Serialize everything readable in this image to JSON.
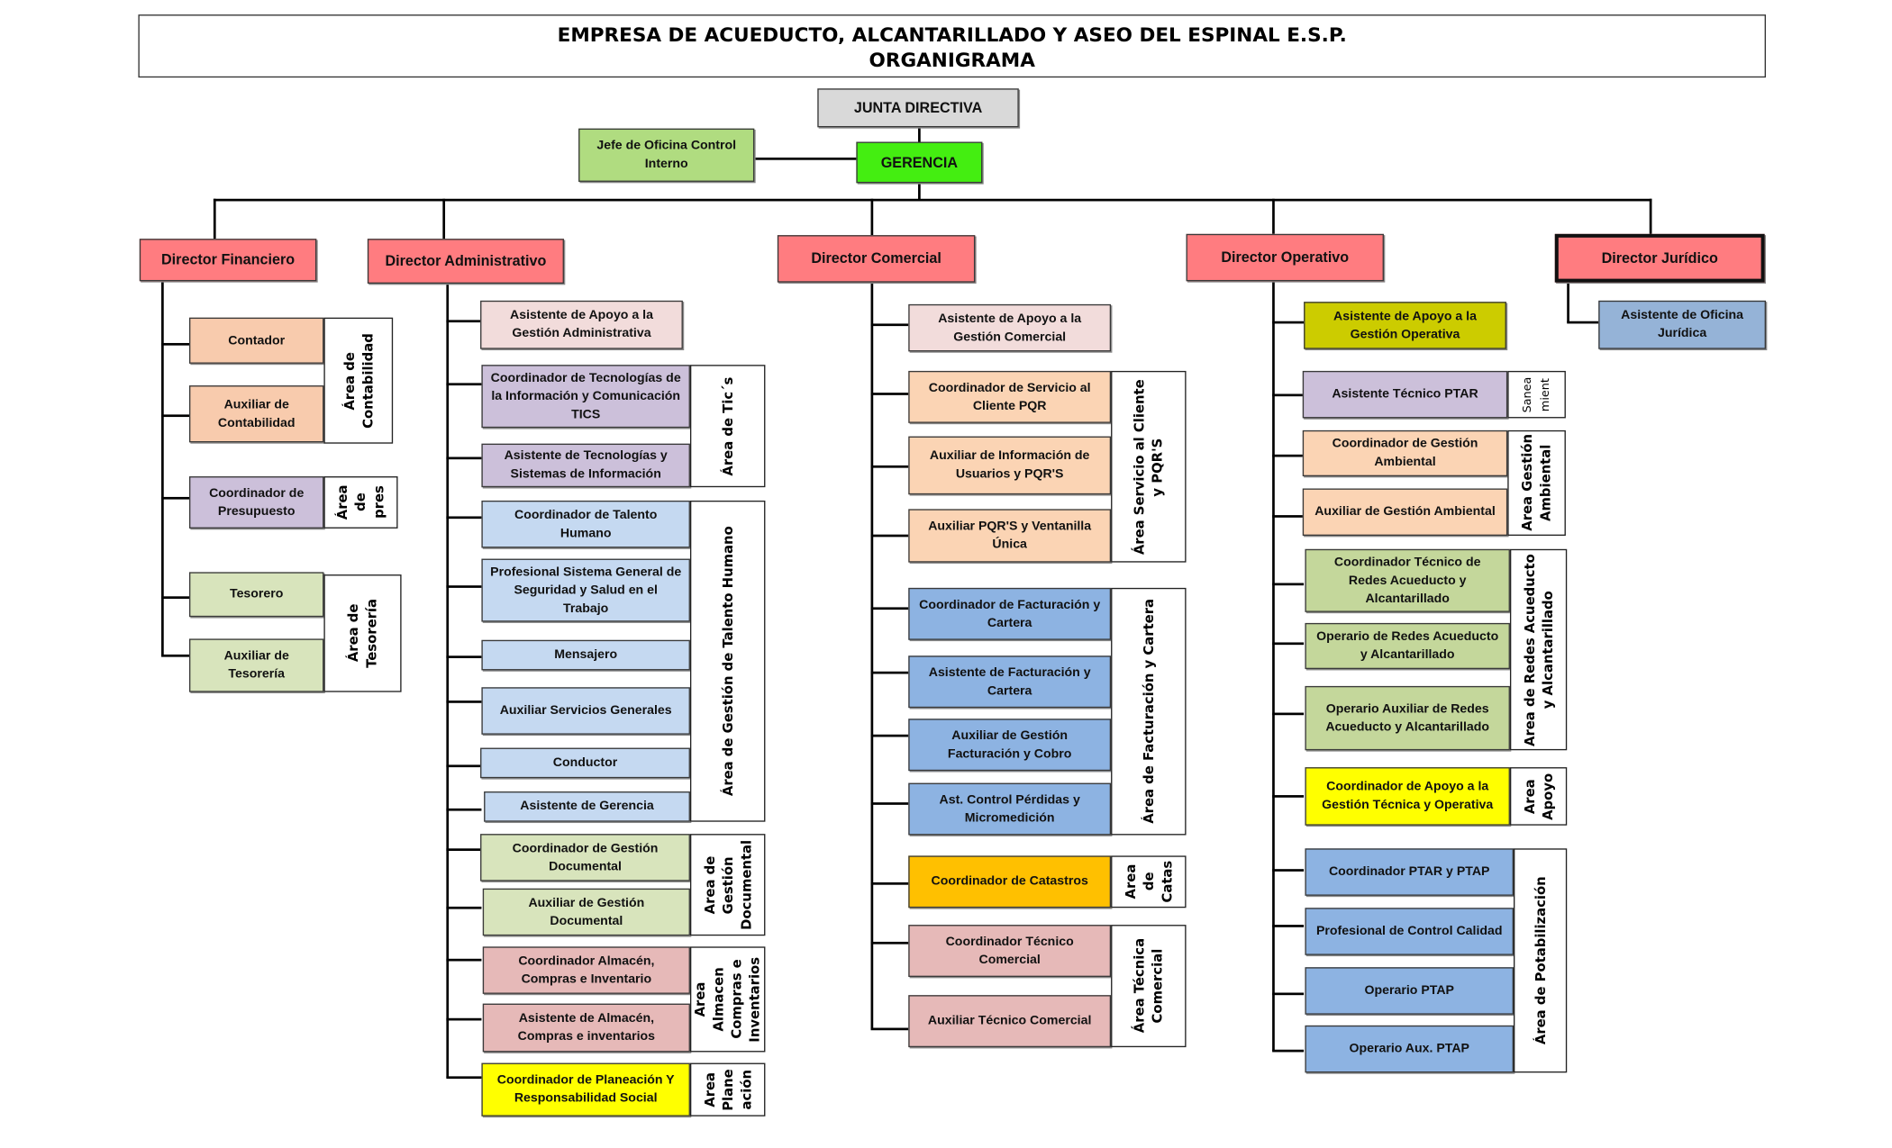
{
  "header": {
    "company": "EMPRESA DE ACUEDUCTO, ALCANTARILLADO Y ASEO DEL ESPINAL E.S.P.",
    "subtitle": "ORGANIGRAMA"
  },
  "top": {
    "junta": "JUNTA DIRECTIVA",
    "gerencia": "GERENCIA",
    "control_interno": "Jefe de Oficina Control Interno"
  },
  "financiero": {
    "director": "Director Financiero",
    "positions": [
      "Contador",
      "Auxiliar  de Contabilidad",
      "Coordinador de Presupuesto",
      "Tesorero",
      "Auxiliar de Tesorería"
    ],
    "areas": [
      "Área  de\nContabilidad",
      "Área\nde\npres",
      "Área de\nTesorería"
    ]
  },
  "administrativo": {
    "director": "Director Administrativo",
    "positions": [
      "Asistente de Apoyo a la Gestión Administrativa",
      "Coordinador de Tecnologías de la Información y Comunicación TICS",
      "Asistente de Tecnologías y Sistemas de Información",
      "Coordinador de Talento Humano",
      "Profesional Sistema General de Seguridad y Salud en el Trabajo",
      "Mensajero",
      "Auxiliar  Servicios  Generales",
      "Conductor",
      "Asistente de Gerencia",
      "Coordinador de  Gestión Documental",
      "Auxiliar de Gestión Documental",
      "Coordinador Almacén, Compras e Inventario",
      "Asistente de Almacén, Compras e inventarios",
      "Coordinador de Planeación Y Responsabilidad Social"
    ],
    "areas": [
      "Área  de Tic´s",
      "Área de Gestión de Talento Humano",
      "Area de\nGestión\nDocumental",
      "Area Almacen\nCompras e\nInventarios",
      "Area\nPlane\nación"
    ]
  },
  "comercial": {
    "director": "Director Comercial",
    "positions": [
      "Asistente de  Apoyo  a la Gestión Comercial",
      "Coordinador de Servicio al Cliente PQR",
      "Auxiliar de Información de Usuarios y PQR'S",
      "Auxiliar PQR'S  y Ventanilla Única",
      "Coordinador de Facturación y Cartera",
      "Asistente de Facturación y Cartera",
      "Auxiliar de Gestión Facturación y Cobro",
      "Ast. Control Pérdidas y Micromedición",
      "Coordinador de Catastros",
      "Coordinador  Técnico Comercial",
      "Auxiliar Técnico Comercial"
    ],
    "areas": [
      "Área  Servicio  al Cliente\ny PQR'S",
      "Área de Facturación y Cartera",
      "Area\nde\nCatas",
      "Área Técnica\nComercial"
    ]
  },
  "operativo": {
    "director": "Director Operativo",
    "positions": [
      "Asistente de Apoyo a la Gestión Operativa",
      "Asistente Técnico PTAR",
      "Coordinador de Gestión Ambiental",
      "Auxiliar de Gestión Ambiental",
      "Coordinador Técnico de Redes Acueducto y Alcantarillado",
      "Operario de Redes Acueducto y Alcantarillado",
      "Operario Auxiliar de Redes Acueducto y Alcantarillado",
      "Coordinador de Apoyo a la Gestión Técnica y Operativa",
      "Coordinador PTAR y PTAP",
      "Profesional de Control Calidad",
      "Operario PTAP",
      "Operario Aux. PTAP"
    ],
    "areas": [
      "Sanea\nmient",
      "Area Gestión\nAmbiental",
      "Area de Redes Acueducto\ny Alcantarillado",
      "Area\nApoyo",
      "Área de Potabilización"
    ]
  },
  "juridico": {
    "director": "Director Jurídico",
    "positions": [
      "Asistente de Oficina Jurídica"
    ]
  },
  "colors": {
    "director": "#ff7c80",
    "gerencia": "#44ee11",
    "junta": "#d9d9d9",
    "control": "#b0dc80"
  }
}
